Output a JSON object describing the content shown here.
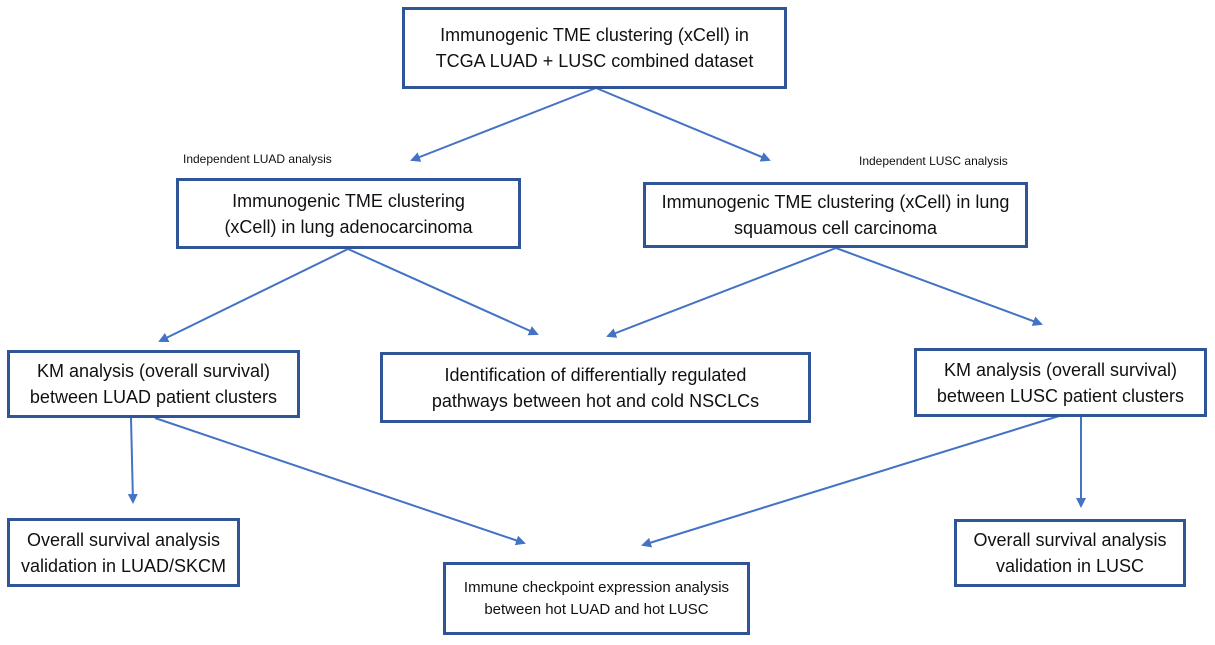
{
  "diagram": {
    "type": "flowchart",
    "nodes": {
      "combined": "Immunogenic TME clustering (xCell) in\nTCGA LUAD + LUSC combined dataset",
      "luad_cluster": "Immunogenic TME clustering\n(xCell) in lung adenocarcinoma",
      "lusc_cluster": "Immunogenic TME clustering (xCell) in lung\nsquamous cell carcinoma",
      "km_luad": "KM analysis (overall survival)\nbetween LUAD patient clusters",
      "pathways": "Identification of differentially regulated\npathways between hot and cold NSCLCs",
      "km_lusc": "KM analysis (overall survival)\nbetween LUSC patient clusters",
      "val_luad": "Overall survival analysis\nvalidation in LUAD/SKCM",
      "checkpoint": "Immune checkpoint expression analysis\nbetween hot LUAD and hot LUSC",
      "val_lusc": "Overall survival analysis\nvalidation in LUSC"
    },
    "labels": {
      "luad_branch": "Independent LUAD analysis",
      "lusc_branch": "Independent LUSC analysis"
    },
    "edges": [
      {
        "from": "combined",
        "to": "luad_cluster"
      },
      {
        "from": "combined",
        "to": "lusc_cluster"
      },
      {
        "from": "luad_cluster",
        "to": "km_luad"
      },
      {
        "from": "luad_cluster",
        "to": "pathways"
      },
      {
        "from": "lusc_cluster",
        "to": "pathways"
      },
      {
        "from": "lusc_cluster",
        "to": "km_lusc"
      },
      {
        "from": "km_luad",
        "to": "val_luad"
      },
      {
        "from": "km_luad",
        "to": "checkpoint"
      },
      {
        "from": "km_lusc",
        "to": "checkpoint"
      },
      {
        "from": "km_lusc",
        "to": "val_lusc"
      }
    ],
    "colors": {
      "box_border": "#2f5597",
      "arrow": "#4472c4"
    }
  }
}
